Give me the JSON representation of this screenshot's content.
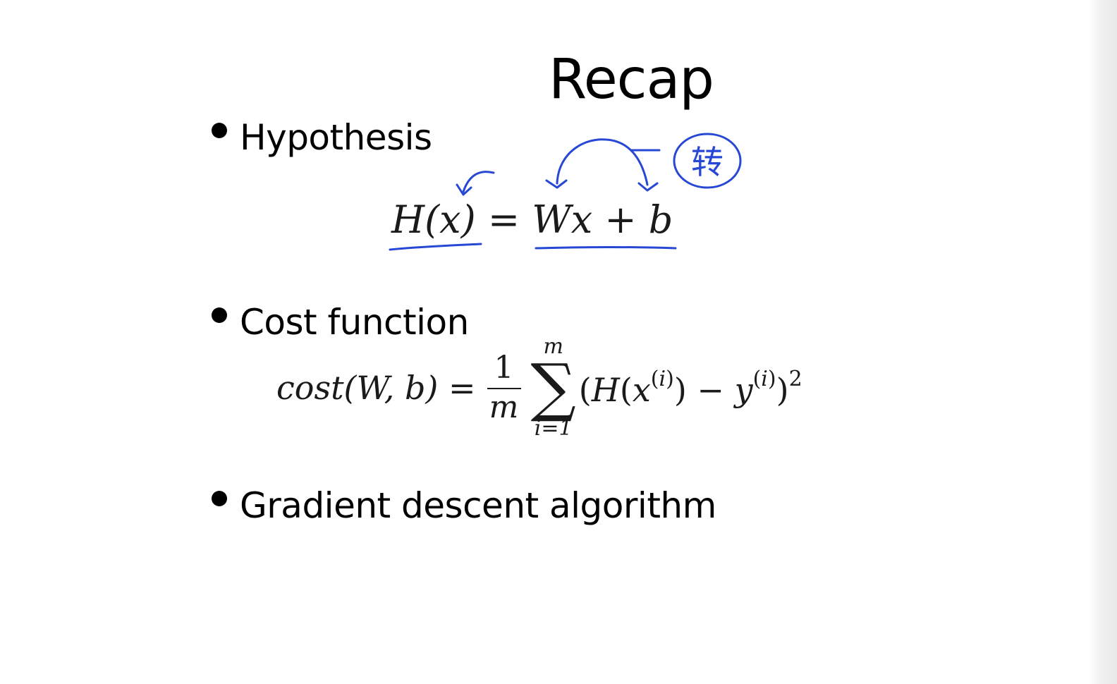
{
  "slide": {
    "title": "Recap",
    "bullets": [
      {
        "label": "Hypothesis"
      },
      {
        "label": "Cost function"
      },
      {
        "label": "Gradient descent algorithm"
      }
    ]
  },
  "equations": {
    "hypothesis": "H(x) = Wx + b",
    "cost_lhs": "cost(W, b) =",
    "cost_frac_num": "1",
    "cost_frac_den": "m",
    "cost_sum_upper": "m",
    "cost_sum_lower": "i=1",
    "cost_sum_symbol": "∑"
  },
  "annotations": {
    "ink_color": "#2748d4",
    "handwritten_note": "转"
  }
}
